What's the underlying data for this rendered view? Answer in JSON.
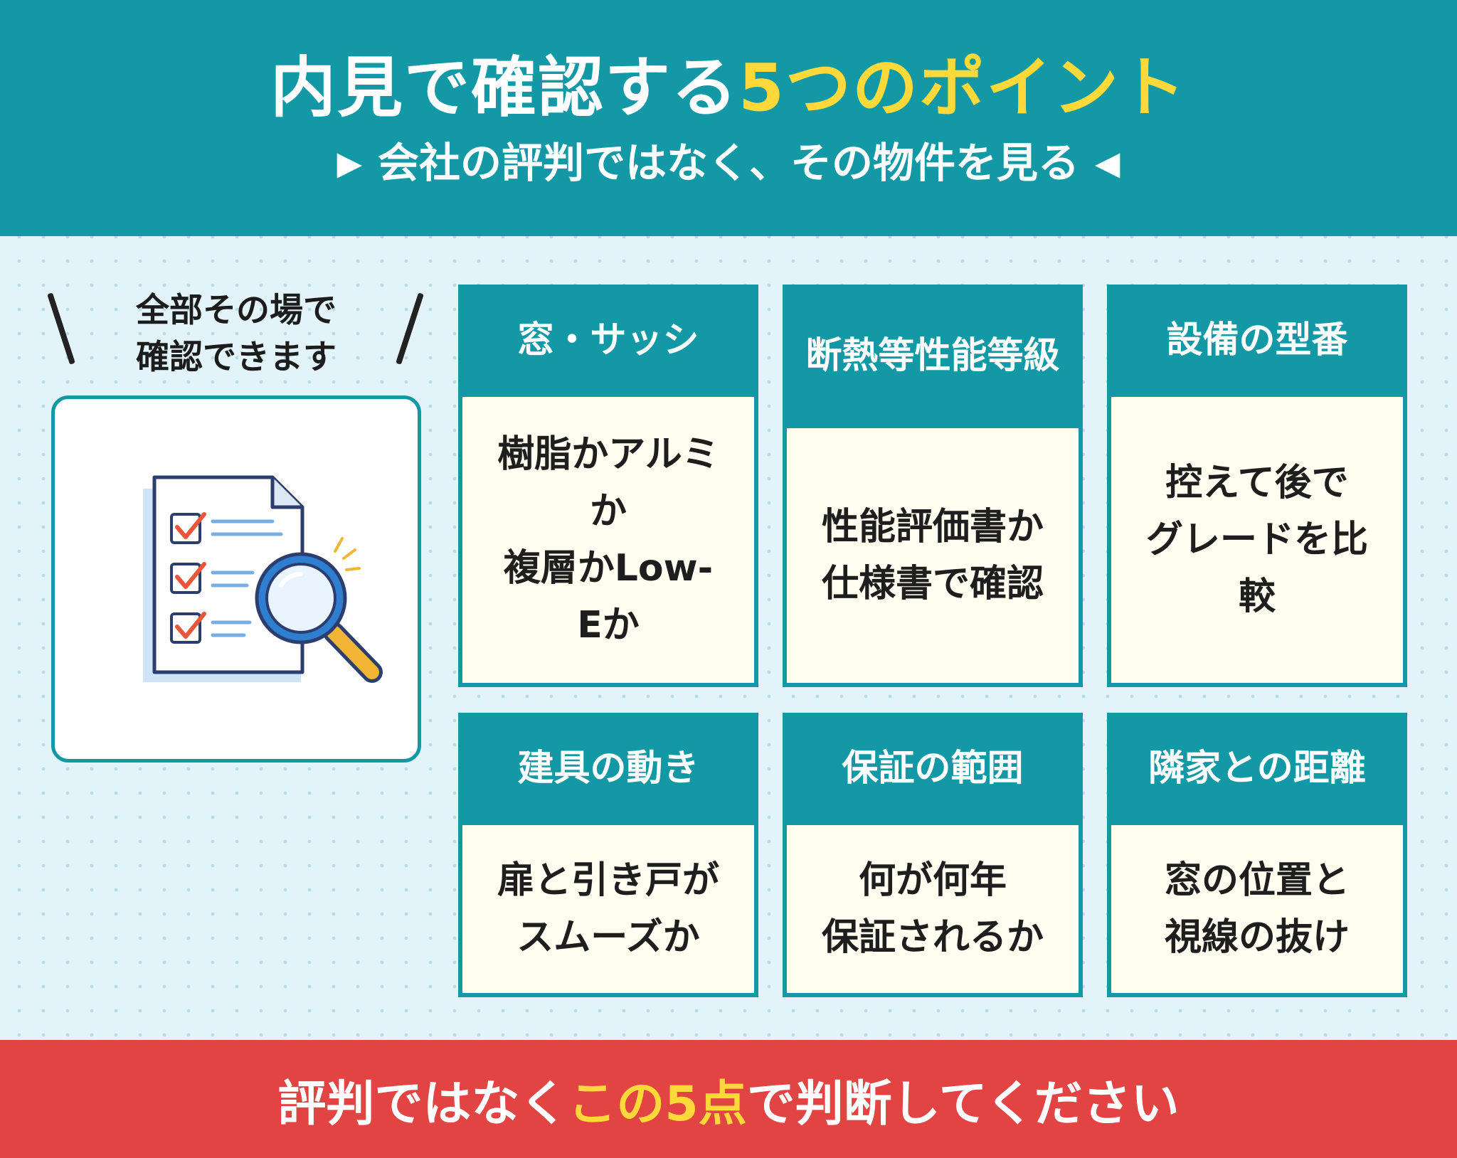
{
  "header": {
    "title_main": "内見で確認する",
    "title_highlight": "5つのポイント",
    "subtitle": "会社の評判ではなく、その物件を見る",
    "subtitle_left_mark": "▶",
    "subtitle_right_mark": "◀"
  },
  "callout": {
    "line1": "全部その場で",
    "line2": "確認できます"
  },
  "illustration": {
    "icon": "checklist-magnifier-icon"
  },
  "cards": [
    {
      "title": "窓・サッシ",
      "body": [
        "樹脂かアルミ",
        "か",
        "複層かLow-",
        "Eか"
      ]
    },
    {
      "title": "断熱等性能等級",
      "body": [
        "性能評価書か",
        "仕様書で確認"
      ]
    },
    {
      "title": "設備の型番",
      "body": [
        "控えて後で",
        "グレードを比",
        "較"
      ]
    },
    {
      "title": "建具の動き",
      "body": [
        "扉と引き戸が",
        "スムーズか"
      ]
    },
    {
      "title": "保証の範囲",
      "body": [
        "何が何年",
        "保証されるか"
      ]
    },
    {
      "title": "隣家との距離",
      "body": [
        "窓の位置と",
        "視線の抜け"
      ]
    }
  ],
  "footer": {
    "text_before": "評判ではなく",
    "text_highlight": "この5点",
    "text_after": "で判断してください"
  },
  "colors": {
    "teal": "#1399a6",
    "yellow": "#ffd83a",
    "red": "#e24343",
    "card_body": "#fffef0",
    "background": "#e2f4f9"
  }
}
